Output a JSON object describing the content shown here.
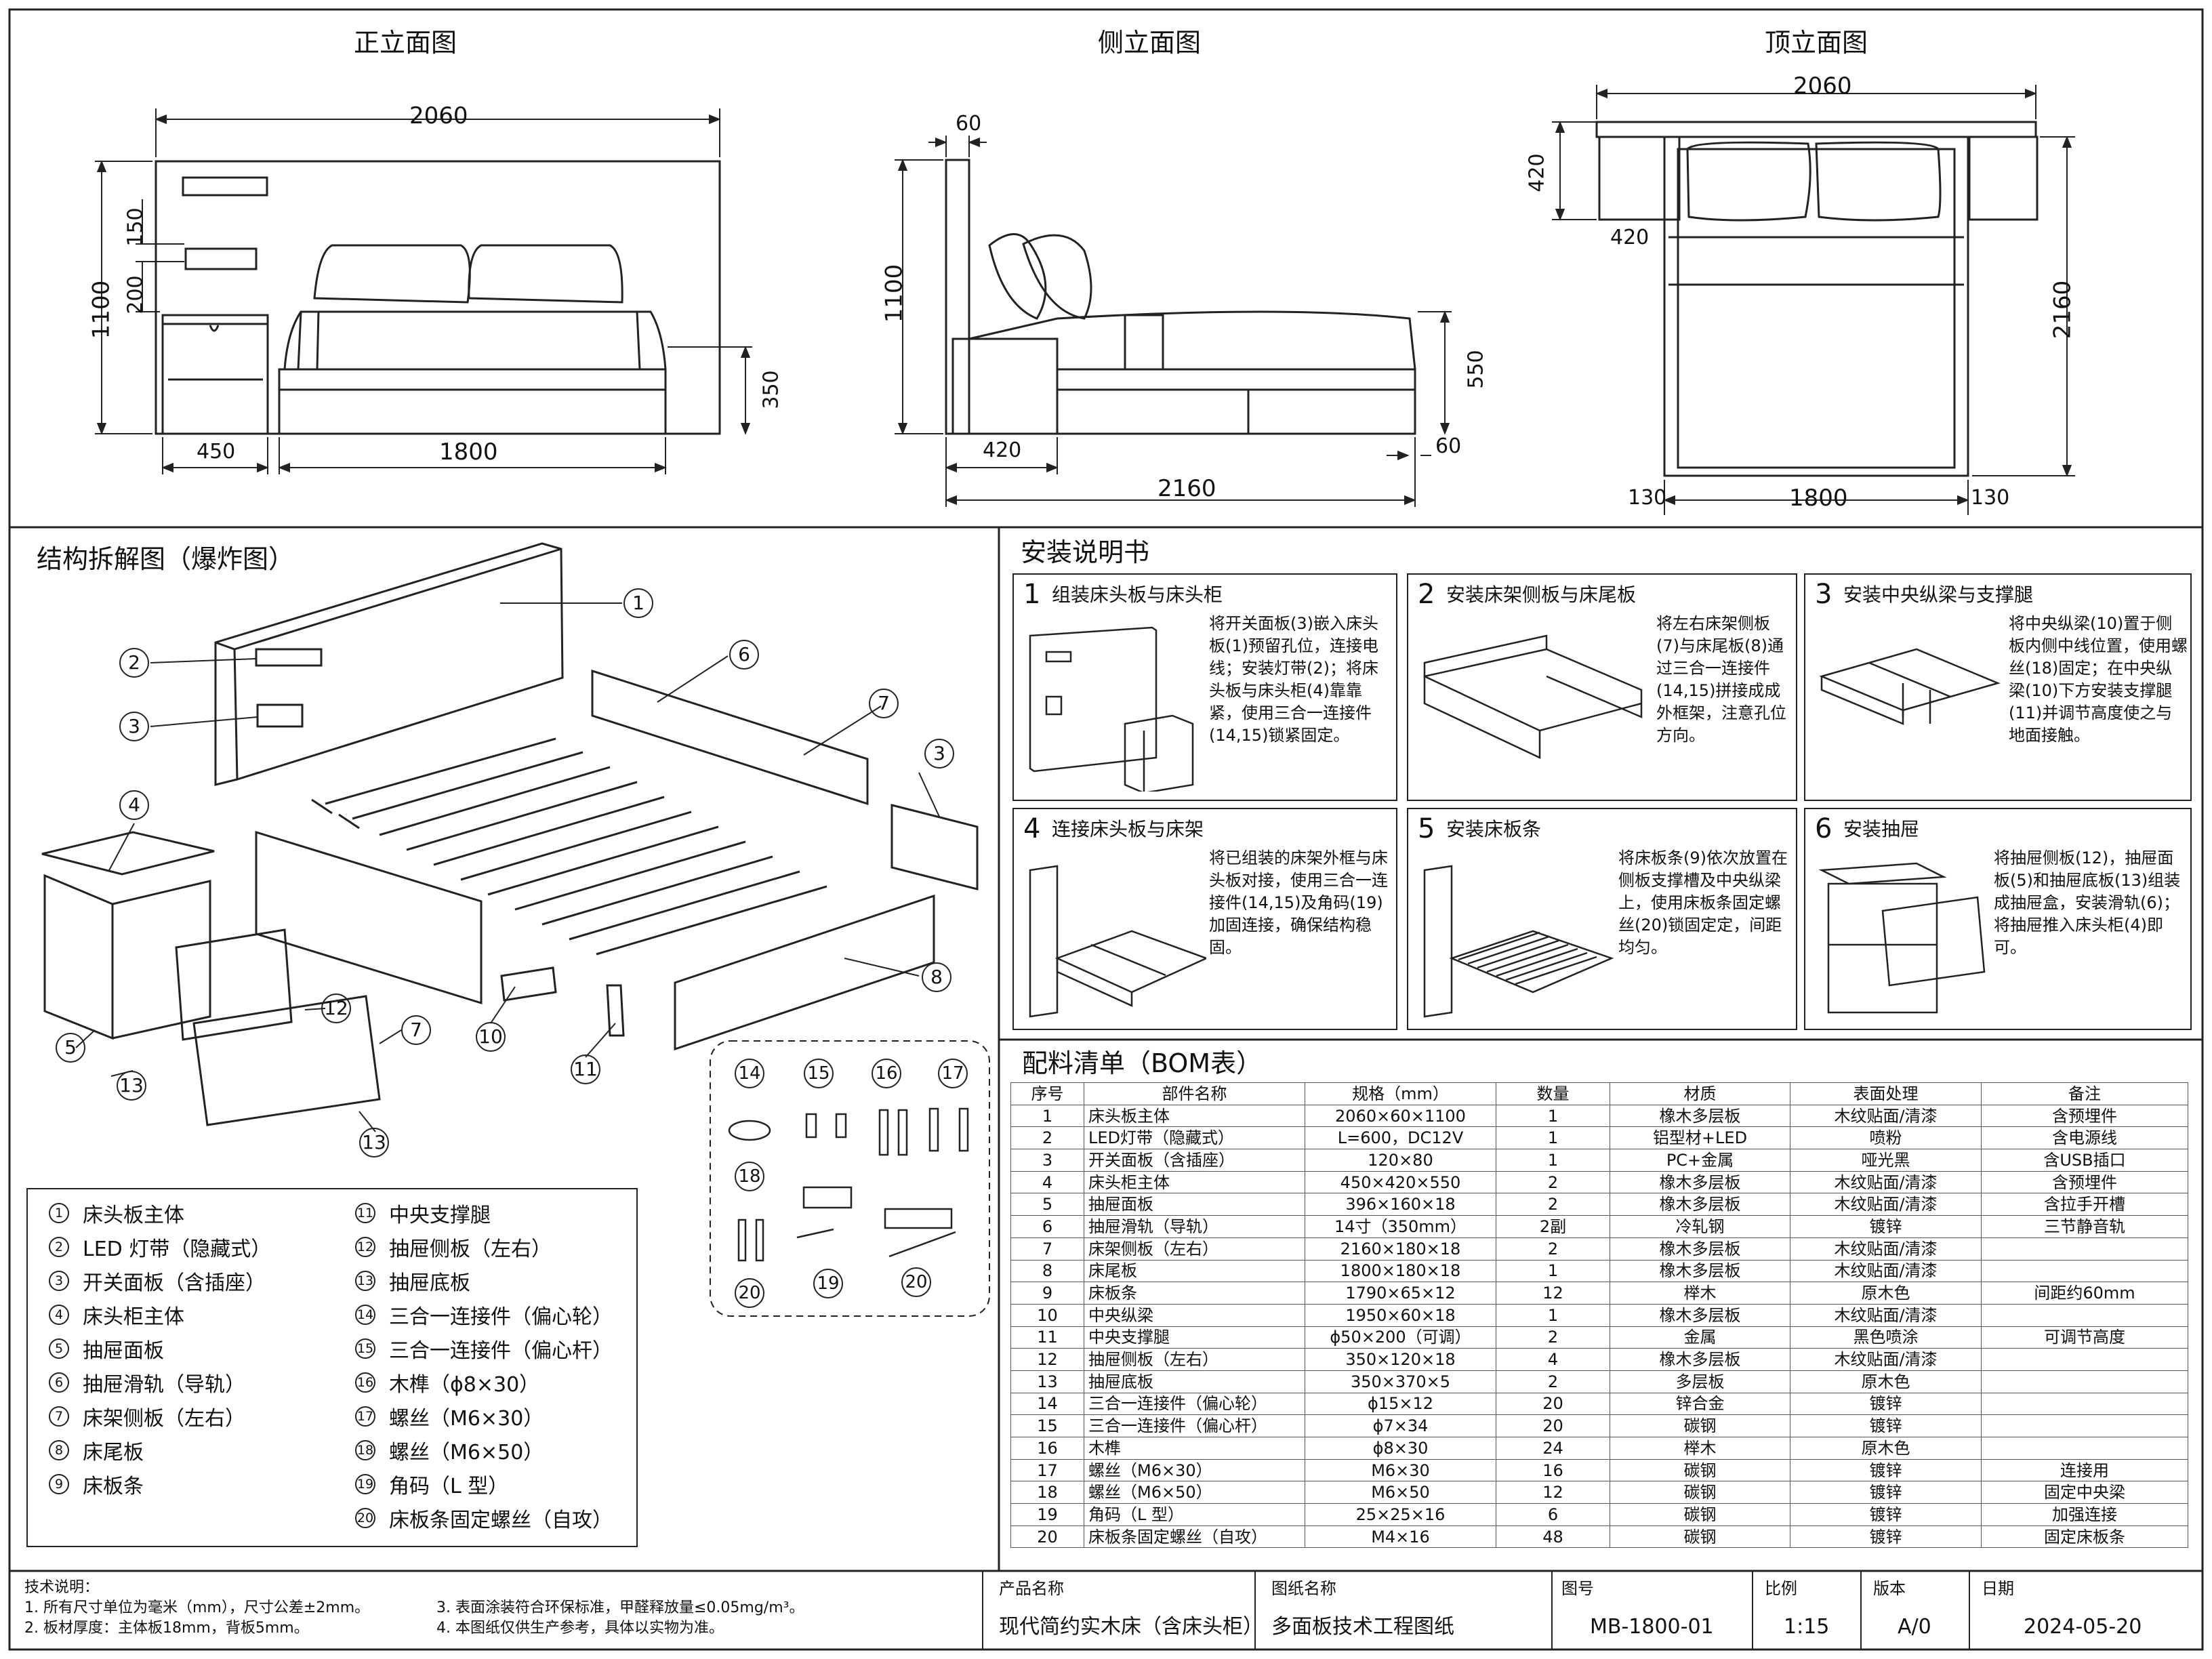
{
  "views": {
    "front": "正立面图",
    "side": "侧立面图",
    "top": "顶立面图"
  },
  "front_dims": {
    "width": "2060",
    "height": "1100",
    "d150": "150",
    "d200": "200",
    "d350": "350",
    "d450": "450",
    "d1800": "1800"
  },
  "side_dims": {
    "d60a": "60",
    "d1100": "1100",
    "d550": "550",
    "d420": "420",
    "d60b": "60",
    "d2160": "2160"
  },
  "top_dims": {
    "width": "2060",
    "d420a": "420",
    "d420b": "420",
    "d2160": "2160",
    "d130a": "130",
    "d1800": "1800",
    "d130b": "130"
  },
  "exploded": {
    "title": "结构拆解图（爆炸图）",
    "callouts": [
      "1",
      "2",
      "3",
      "4",
      "5",
      "6",
      "7",
      "3",
      "8",
      "10",
      "11",
      "12",
      "7",
      "13",
      "13"
    ],
    "hardware": [
      "14",
      "15",
      "16",
      "17",
      "18",
      "19",
      "20",
      "20"
    ]
  },
  "legend": [
    {
      "n": "1",
      "t": "床头板主体"
    },
    {
      "n": "2",
      "t": "LED 灯带（隐藏式）"
    },
    {
      "n": "3",
      "t": "开关面板（含插座）"
    },
    {
      "n": "4",
      "t": "床头柜主体"
    },
    {
      "n": "5",
      "t": "抽屉面板"
    },
    {
      "n": "6",
      "t": "抽屉滑轨（导轨）"
    },
    {
      "n": "7",
      "t": "床架侧板（左右）"
    },
    {
      "n": "8",
      "t": "床尾板"
    },
    {
      "n": "9",
      "t": "床板条"
    },
    {
      "n": "11",
      "t": "中央支撑腿"
    },
    {
      "n": "12",
      "t": "抽屉侧板（左右）"
    },
    {
      "n": "13",
      "t": "抽屉底板"
    },
    {
      "n": "14",
      "t": "三合一连接件（偏心轮）"
    },
    {
      "n": "15",
      "t": "三合一连接件（偏心杆）"
    },
    {
      "n": "16",
      "t": "木榫（ϕ8×30）"
    },
    {
      "n": "17",
      "t": "螺丝（M6×30）"
    },
    {
      "n": "18",
      "t": "螺丝（M6×50）"
    },
    {
      "n": "19",
      "t": "角码（L 型）"
    },
    {
      "n": "20",
      "t": "床板条固定螺丝（自攻）"
    }
  ],
  "install": {
    "title": "安装说明书",
    "steps": [
      {
        "n": "1",
        "title": "组装床头板与床头柜",
        "desc": "将开关面板(3)嵌入床头板(1)预留孔位，连接电线；安装灯带(2)；将床头板与床头柜(4)靠靠紧，使用三合一连接件(14,15)锁紧固定。"
      },
      {
        "n": "2",
        "title": "安装床架侧板与床尾板",
        "desc": "将左右床架侧板(7)与床尾板(8)通过三合一连接件(14,15)拼接成成外框架，注意孔位方向。"
      },
      {
        "n": "3",
        "title": "安装中央纵梁与支撑腿",
        "desc": "将中央纵梁(10)置于侧板内侧中线位置，使用螺丝(18)固定；在中央纵梁(10)下方安装支撑腿(11)并调节高度使之与地面接触。"
      },
      {
        "n": "4",
        "title": "连接床头板与床架",
        "desc": "将已组装的床架外框与床头板对接，使用三合一连接件(14,15)及角码(19)加固连接，确保结构稳固。"
      },
      {
        "n": "5",
        "title": "安装床板条",
        "desc": "将床板条(9)依次放置在侧板支撑槽及中央纵梁上，使用床板条固定螺丝(20)锁固定定，间距均匀。"
      },
      {
        "n": "6",
        "title": "安装抽屉",
        "desc": "将抽屉侧板(12)，抽屉面板(5)和抽屉底板(13)组装成抽屉盒，安装滑轨(6)；将抽屉推入床头柜(4)即可。"
      }
    ]
  },
  "bom": {
    "title": "配料清单（BOM表）",
    "headers": [
      "序号",
      "部件名称",
      "规格（mm）",
      "数量",
      "材质",
      "表面处理",
      "备注"
    ],
    "rows": [
      [
        "1",
        "床头板主体",
        "2060×60×1100",
        "1",
        "橡木多层板",
        "木纹贴面/清漆",
        "含预埋件"
      ],
      [
        "2",
        "LED灯带（隐藏式）",
        "L=600，DC12V",
        "1",
        "铝型材+LED",
        "喷粉",
        "含电源线"
      ],
      [
        "3",
        "开关面板（含插座）",
        "120×80",
        "1",
        "PC+金属",
        "哑光黑",
        "含USB插口"
      ],
      [
        "4",
        "床头柜主体",
        "450×420×550",
        "2",
        "橡木多层板",
        "木纹贴面/清漆",
        "含预埋件"
      ],
      [
        "5",
        "抽屉面板",
        "396×160×18",
        "2",
        "橡木多层板",
        "木纹贴面/清漆",
        "含拉手开槽"
      ],
      [
        "6",
        "抽屉滑轨（导轨）",
        "14寸（350mm）",
        "2副",
        "冷轧钢",
        "镀锌",
        "三节静音轨"
      ],
      [
        "7",
        "床架侧板（左右）",
        "2160×180×18",
        "2",
        "橡木多层板",
        "木纹贴面/清漆",
        ""
      ],
      [
        "8",
        "床尾板",
        "1800×180×18",
        "1",
        "橡木多层板",
        "木纹贴面/清漆",
        ""
      ],
      [
        "9",
        "床板条",
        "1790×65×12",
        "12",
        "榉木",
        "原木色",
        "间距约60mm"
      ],
      [
        "10",
        "中央纵梁",
        "1950×60×18",
        "1",
        "橡木多层板",
        "木纹贴面/清漆",
        ""
      ],
      [
        "11",
        "中央支撑腿",
        "ϕ50×200（可调）",
        "2",
        "金属",
        "黑色喷涂",
        "可调节高度"
      ],
      [
        "12",
        "抽屉侧板（左右）",
        "350×120×18",
        "4",
        "橡木多层板",
        "木纹贴面/清漆",
        ""
      ],
      [
        "13",
        "抽屉底板",
        "350×370×5",
        "2",
        "多层板",
        "原木色",
        ""
      ],
      [
        "14",
        "三合一连接件（偏心轮）",
        "ϕ15×12",
        "20",
        "锌合金",
        "镀锌",
        ""
      ],
      [
        "15",
        "三合一连接件（偏心杆）",
        "ϕ7×34",
        "20",
        "碳钢",
        "镀锌",
        ""
      ],
      [
        "16",
        "木榫",
        "ϕ8×30",
        "24",
        "榉木",
        "原木色",
        ""
      ],
      [
        "17",
        "螺丝（M6×30）",
        "M6×30",
        "16",
        "碳钢",
        "镀锌",
        "连接用"
      ],
      [
        "18",
        "螺丝（M6×50）",
        "M6×50",
        "12",
        "碳钢",
        "镀锌",
        "固定中央梁"
      ],
      [
        "19",
        "角码（L 型）",
        "25×25×16",
        "6",
        "碳钢",
        "镀锌",
        "加强连接"
      ],
      [
        "20",
        "床板条固定螺丝（自攻）",
        "M4×16",
        "48",
        "碳钢",
        "镀锌",
        "固定床板条"
      ]
    ]
  },
  "notes": {
    "title": "技术说明：",
    "n1": "1. 所有尺寸单位为毫米（mm），尺寸公差±2mm。",
    "n2": "2. 板材厚度：主体板18mm，背板5mm。",
    "n3": "3. 表面涂装符合环保标准，甲醛释放量≤0.05mg/m³。",
    "n4": "4. 本图纸仅供生产参考，具体以实物为准。"
  },
  "titleblock": {
    "product_label": "产品名称",
    "product": "现代简约实木床（含床头柜）",
    "drawing_label": "图纸名称",
    "drawing": "多面板技术工程图纸",
    "no_label": "图号",
    "no": "MB-1800-01",
    "scale_label": "比例",
    "scale": "1:15",
    "ver_label": "版本",
    "ver": "A/0",
    "date_label": "日期",
    "date": "2024-05-20"
  }
}
